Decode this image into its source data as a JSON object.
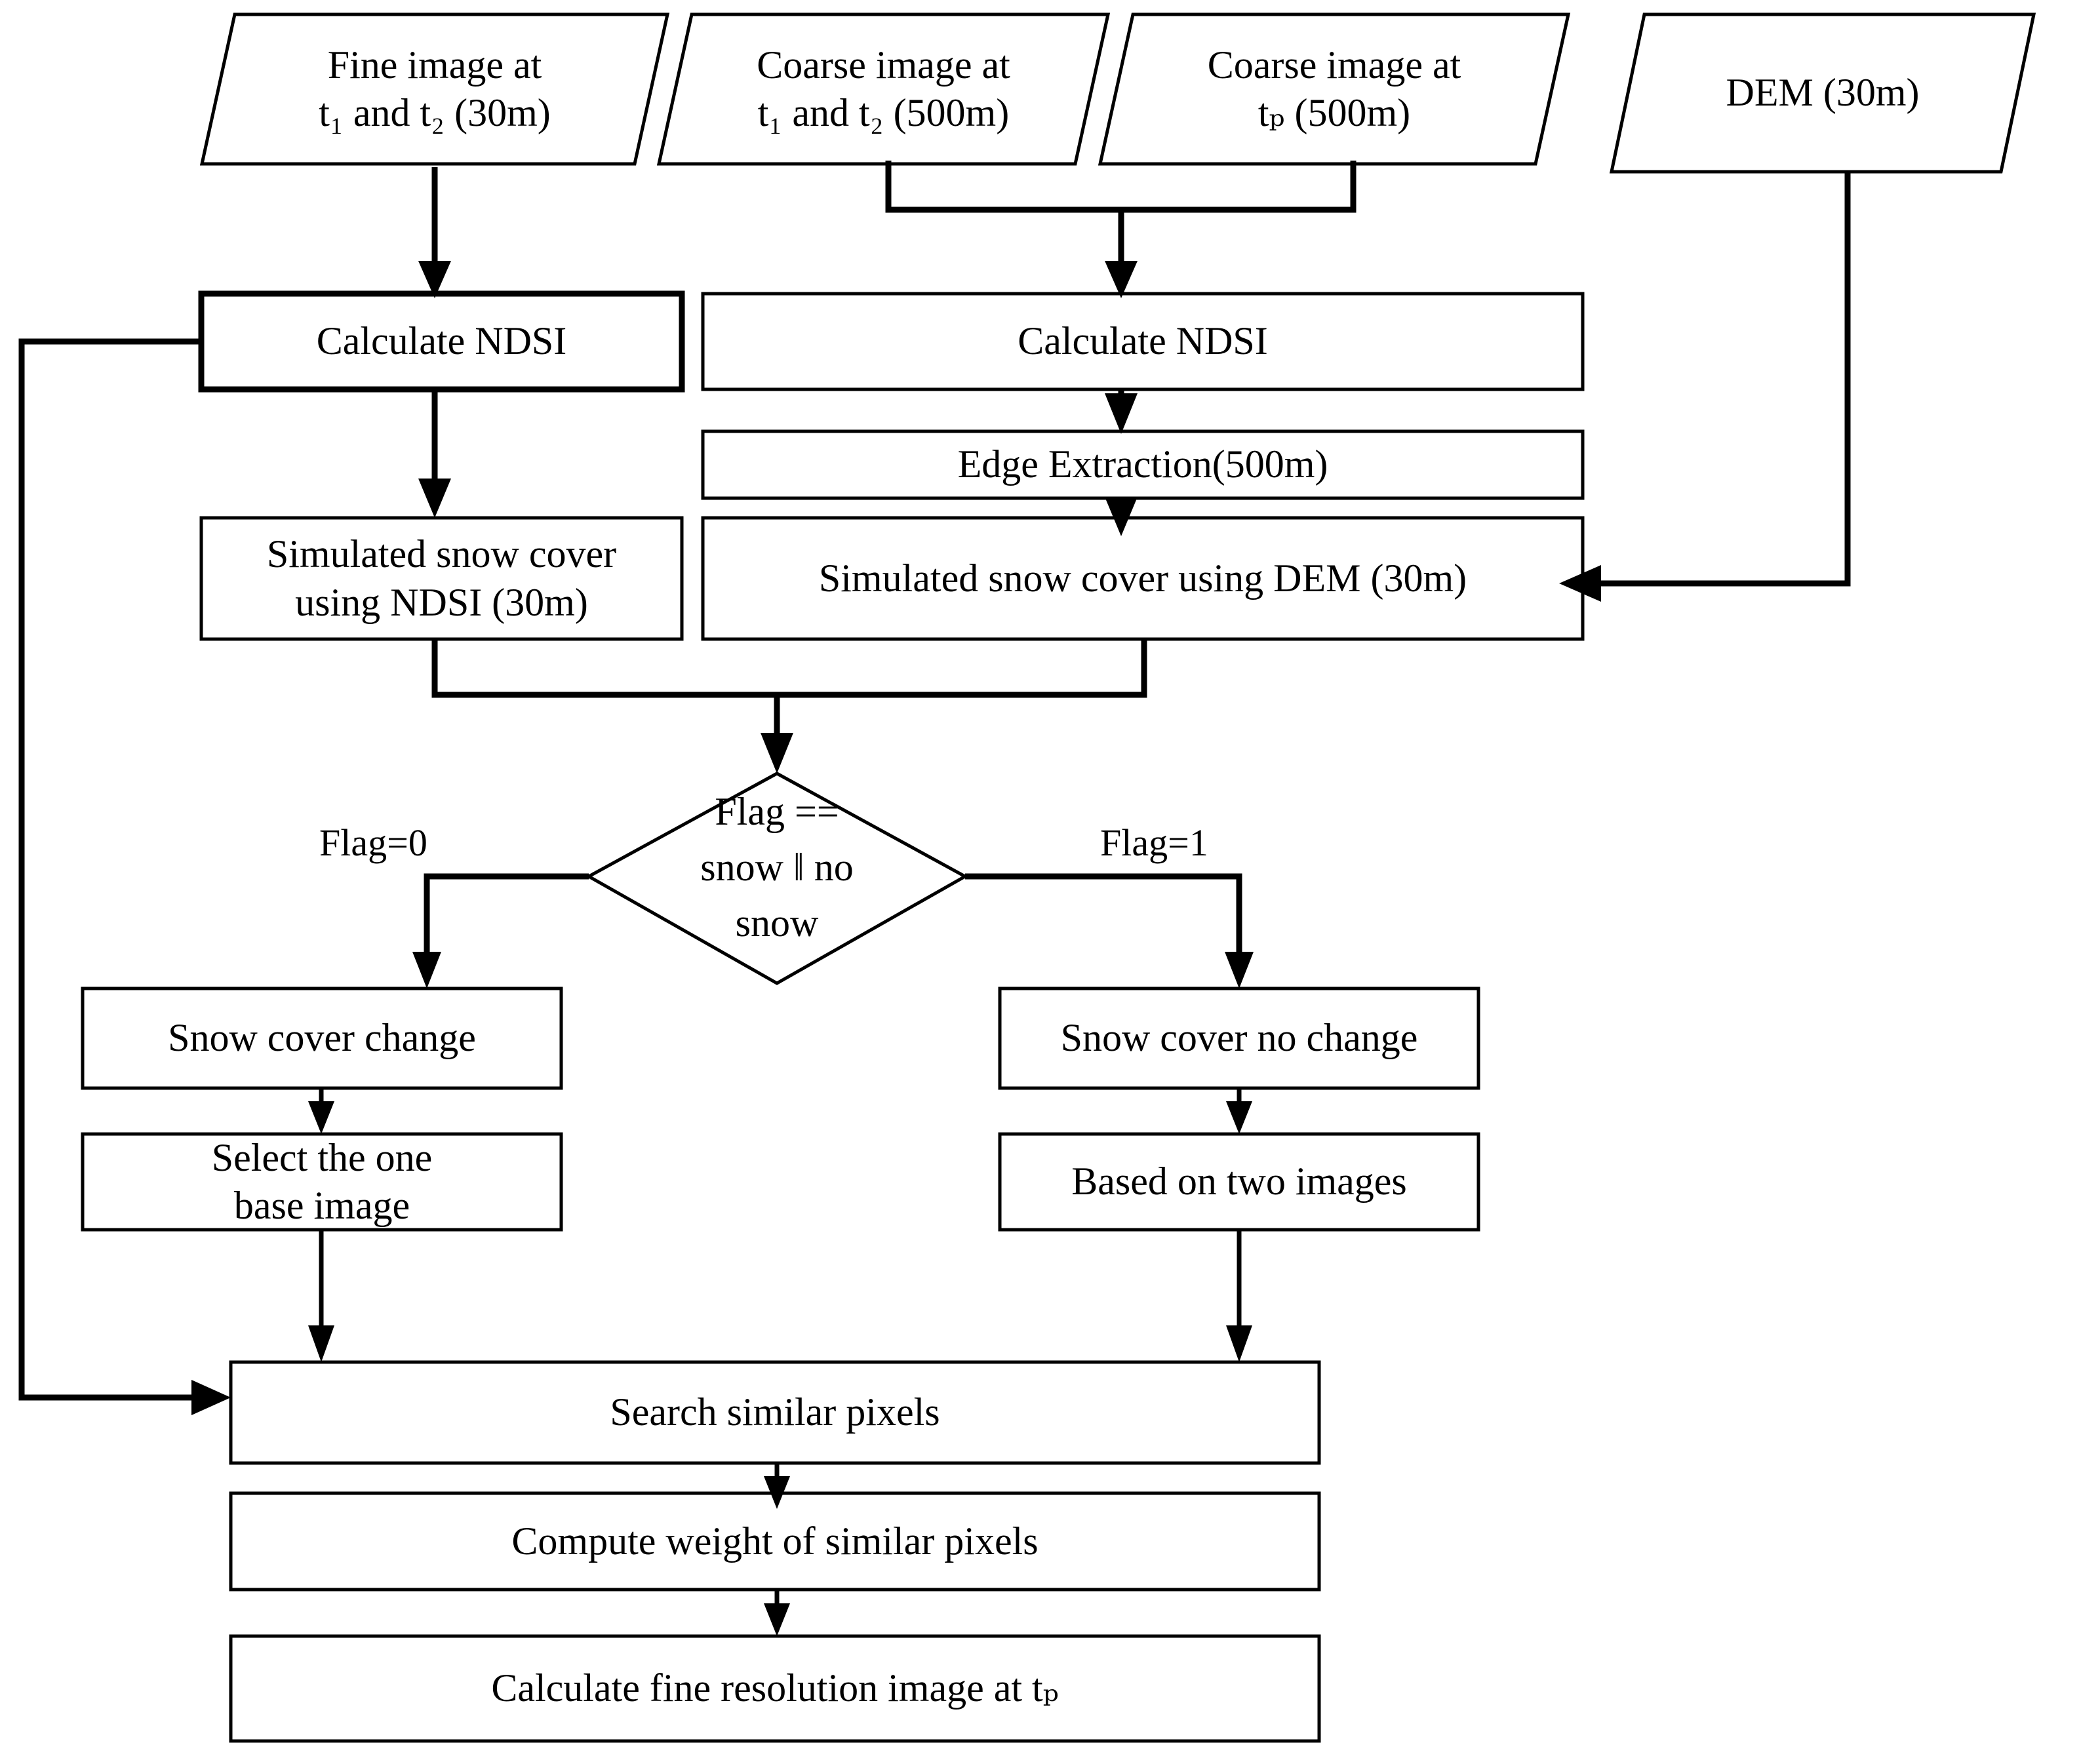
{
  "diagram": {
    "type": "flowchart",
    "title": "Snow cover spatiotemporal fusion flowchart",
    "colors": {
      "stroke": "#000000",
      "fill": "#ffffff",
      "text": "#000000"
    },
    "inputs": [
      {
        "id": "fine-image",
        "shape": "parallelogram",
        "line1": "Fine image at",
        "line2_prefix": "",
        "line2": "t₁ and t₂ (30m)"
      },
      {
        "id": "coarse-image-t1t2",
        "shape": "parallelogram",
        "line1": "Coarse image at",
        "line2": "t₁ and t₂ (500m)"
      },
      {
        "id": "coarse-image-tp",
        "shape": "parallelogram",
        "line1": "Coarse image at",
        "line2": "tₚ (500m)"
      },
      {
        "id": "dem",
        "shape": "parallelogram",
        "line1": "DEM (30m)",
        "line2": ""
      }
    ],
    "processes": [
      {
        "id": "calc-ndsi-fine",
        "shape": "rect",
        "label": "Calculate NDSI"
      },
      {
        "id": "calc-ndsi-coarse",
        "shape": "rect",
        "label": "Calculate NDSI"
      },
      {
        "id": "edge-extraction",
        "shape": "rect",
        "label": "Edge Extraction(500m)"
      },
      {
        "id": "sim-snow-ndsi",
        "shape": "rect",
        "line1": "Simulated snow cover",
        "line2": "using NDSI (30m)"
      },
      {
        "id": "sim-snow-dem",
        "shape": "rect",
        "label": "Simulated snow cover using DEM (30m)"
      },
      {
        "id": "snow-cover-change",
        "shape": "rect",
        "label": "Snow cover change"
      },
      {
        "id": "select-base-image",
        "shape": "rect",
        "line1": "Select the one",
        "line2": "base image"
      },
      {
        "id": "snow-cover-no-change",
        "shape": "rect",
        "label": "Snow cover no change"
      },
      {
        "id": "based-on-two-images",
        "shape": "rect",
        "label": "Based on two images"
      },
      {
        "id": "search-similar-pixels",
        "shape": "rect",
        "label": "Search similar pixels"
      },
      {
        "id": "compute-weight",
        "shape": "rect",
        "label": "Compute weight of similar pixels"
      },
      {
        "id": "calc-fine-image",
        "shape": "rect",
        "label": "Calculate fine resolution image at tₚ"
      }
    ],
    "decision": {
      "id": "flag-decision",
      "shape": "diamond",
      "line1": "Flag ==",
      "line2": "snow ‖ no",
      "line3": "snow"
    },
    "edge_labels": [
      {
        "id": "flag-0",
        "text": "Flag=0"
      },
      {
        "id": "flag-1",
        "text": "Flag=1"
      }
    ]
  }
}
